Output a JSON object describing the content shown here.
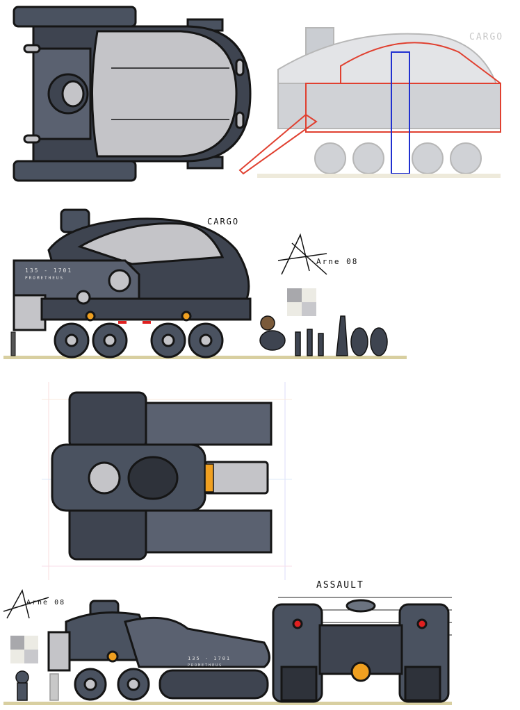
{
  "labels": {
    "cargo_faded": "CARGO",
    "cargo": "CARGO",
    "assault": "ASSAULT"
  },
  "hull_marking": {
    "serial": "135 - 1701",
    "name": "PROMETHEUS"
  },
  "signature": {
    "top": "Arne 08",
    "bottom": "Arne 08"
  },
  "colors": {
    "hull_dark": "#4a5260",
    "hull_mid": "#6b7380",
    "dome": "#c4c4c8",
    "outline": "#151515",
    "accent_orange": "#f0a020",
    "accent_red": "#e02020",
    "overlay_red": "#e04030",
    "overlay_blue": "#2030d0",
    "ground": "#d8cfa0"
  }
}
